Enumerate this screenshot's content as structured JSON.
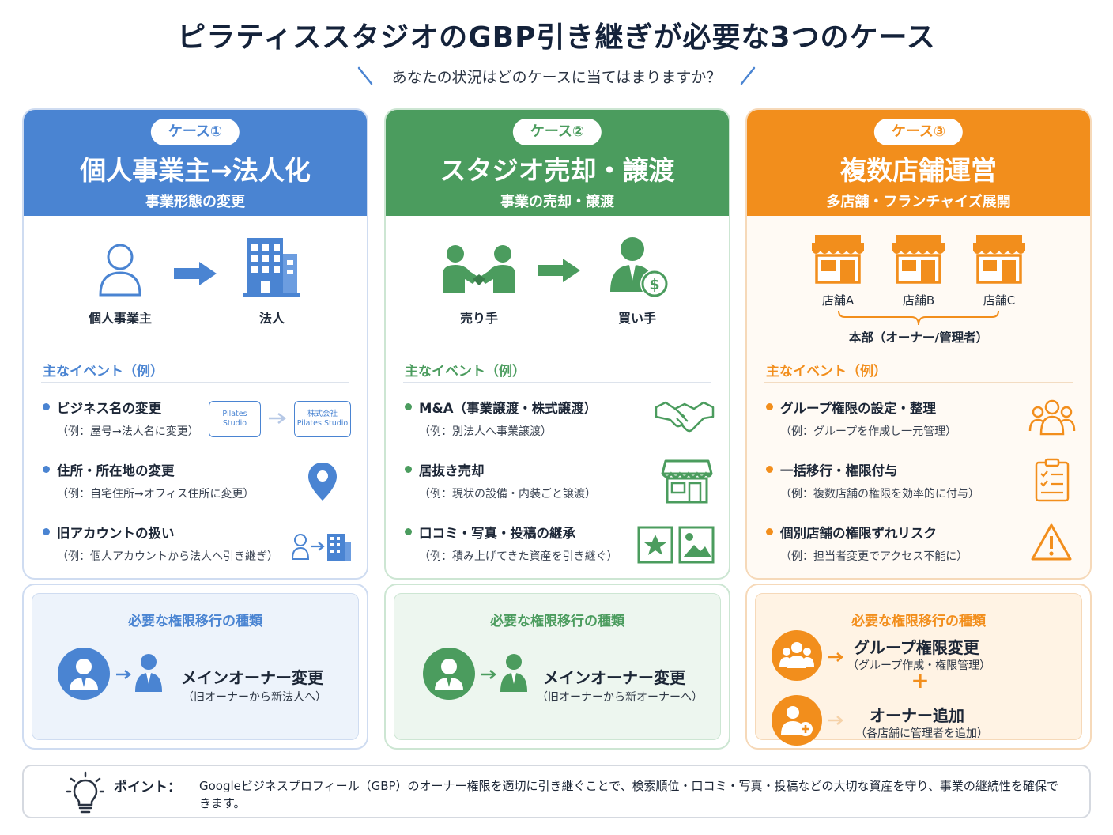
{
  "title": "ピラティススタジオのGBP引き継ぎが必要な3つのケース",
  "subtitle": "あなたの状況はどのケースに当てはまりますか？",
  "colors": {
    "blue": "#4a84d2",
    "green": "#4b9c5e",
    "orange": "#f28e1c"
  },
  "cases": [
    {
      "badge": "ケース①",
      "title": "個人事業主→法人化",
      "subtitle": "事業形態の変更",
      "illustration": {
        "from_label": "個人事業主",
        "to_label": "法人",
        "from_icon": "person-icon",
        "to_icon": "building-icon"
      },
      "events_heading": "主なイベント（例）",
      "events": [
        {
          "title": "ビジネス名の変更",
          "detail": "（例：屋号→法人名に変更）",
          "icon": "name-change-icon",
          "badge_before": [
            "Pilates",
            "Studio"
          ],
          "badge_after": [
            "株式会社",
            "Pilates Studio"
          ]
        },
        {
          "title": "住所・所在地の変更",
          "detail": "（例：自宅住所→オフィス住所に変更）",
          "icon": "location-pin-icon"
        },
        {
          "title": "旧アカウントの扱い",
          "detail": "（例：個人アカウントから法人へ引き継ぎ）",
          "icon": "person-to-building-icon"
        }
      ],
      "transfer": {
        "heading": "必要な権限移行の種類",
        "main": "メインオーナー変更",
        "sub": "（旧オーナーから新法人へ）"
      }
    },
    {
      "badge": "ケース②",
      "title": "スタジオ売却・譲渡",
      "subtitle": "事業の売却・譲渡",
      "illustration": {
        "from_label": "売り手",
        "to_label": "買い手",
        "from_icon": "handshake-people-icon",
        "to_icon": "buyer-dollar-icon"
      },
      "events_heading": "主なイベント（例）",
      "events": [
        {
          "title": "M&A（事業譲渡・株式譲渡）",
          "detail": "（例：別法人へ事業譲渡）",
          "icon": "handshake-icon"
        },
        {
          "title": "居抜き売却",
          "detail": "（例：現状の設備・内装ごと譲渡）",
          "icon": "storefront-icon"
        },
        {
          "title": "口コミ・写真・投稿の継承",
          "detail": "（例：積み上げてきた資産を引き継ぐ）",
          "icon": "review-photo-icon"
        }
      ],
      "transfer": {
        "heading": "必要な権限移行の種類",
        "main": "メインオーナー変更",
        "sub": "（旧オーナーから新オーナーへ）"
      }
    },
    {
      "badge": "ケース③",
      "title": "複数店舗運営",
      "subtitle": "多店舗・フランチャイズ展開",
      "illustration": {
        "stores": [
          "店舗A",
          "店舗B",
          "店舗C"
        ],
        "hq_label": "本部（オーナー/管理者）",
        "store_icon": "store-icon"
      },
      "events_heading": "主なイベント（例）",
      "events": [
        {
          "title": "グループ権限の設定・整理",
          "detail": "（例：グループを作成し一元管理）",
          "icon": "group-icon"
        },
        {
          "title": "一括移行・権限付与",
          "detail": "（例：複数店舗の権限を効率的に付与）",
          "icon": "checklist-icon"
        },
        {
          "title": "個別店舗の権限ずれリスク",
          "detail": "（例：担当者変更でアクセス不能に）",
          "icon": "warning-icon"
        }
      ],
      "transfer": {
        "heading": "必要な権限移行の種類",
        "items": [
          {
            "main": "グループ権限変更",
            "sub": "（グループ作成・権限管理）"
          },
          {
            "main": "オーナー追加",
            "sub": "（各店舗に管理者を追加）"
          }
        ],
        "plus": "+"
      }
    }
  ],
  "point": {
    "label": "ポイント：",
    "text": "Googleビジネスプロフィール（GBP）のオーナー権限を適切に引き継ぐことで、検索順位・口コミ・写真・投稿などの大切な資産を守り、事業の継続性を確保できます。",
    "icon": "lightbulb-icon"
  }
}
